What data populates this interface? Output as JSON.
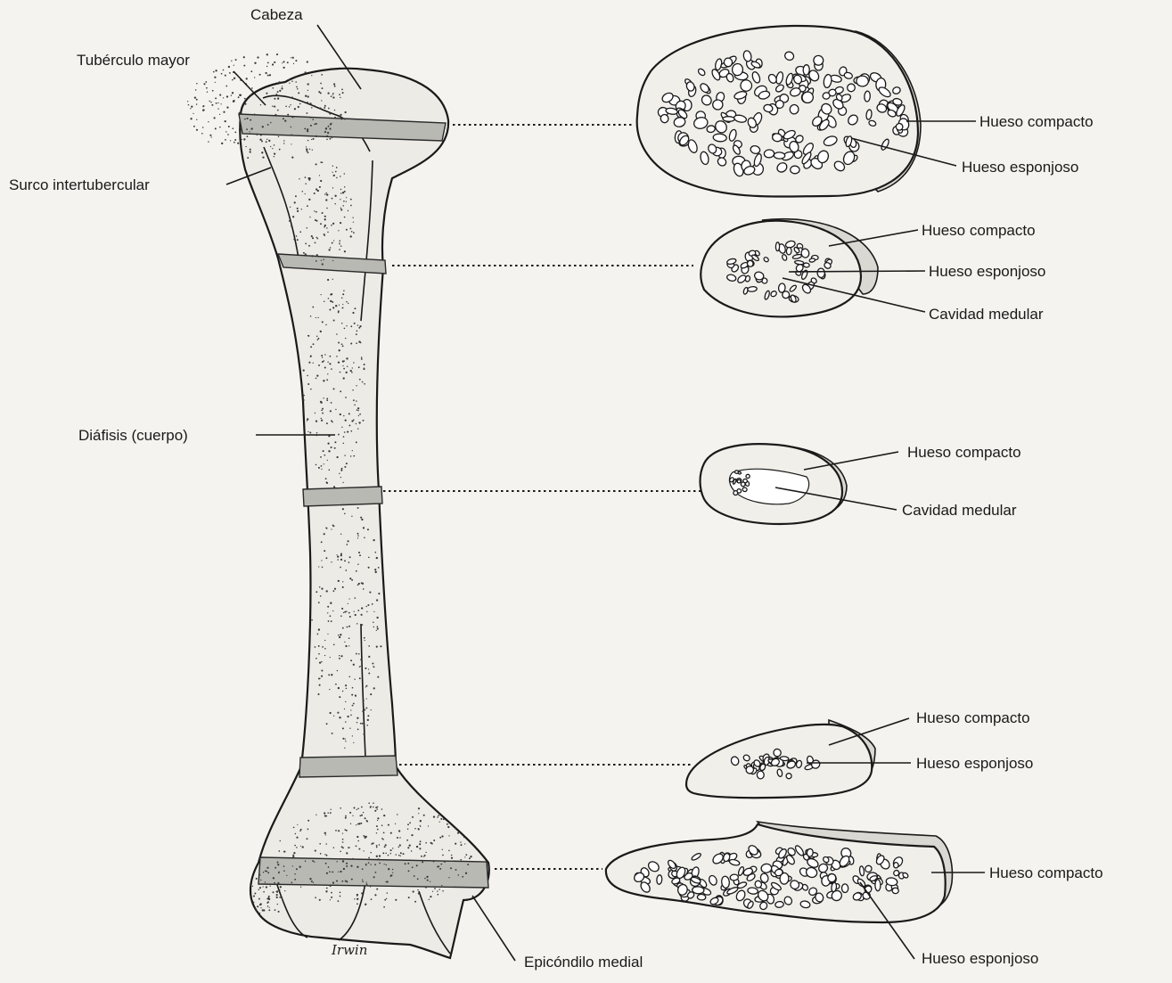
{
  "diagram": {
    "bone_labels": {
      "head": "Cabeza",
      "greater_tubercle": "Tubérculo mayor",
      "intertubercular_groove": "Surco intertubercular",
      "diaphysis": "Diáfisis (cuerpo)",
      "medial_epicondyle": "Epicóndilo medial"
    },
    "cross_sections": [
      {
        "labels": [
          "Hueso compacto",
          "Hueso esponjoso"
        ]
      },
      {
        "labels": [
          "Hueso compacto",
          "Hueso esponjoso",
          "Cavidad medular"
        ]
      },
      {
        "labels": [
          "Hueso compacto",
          "Cavidad medular"
        ]
      },
      {
        "labels": [
          "Hueso compacto",
          "Hueso esponjoso"
        ]
      },
      {
        "labels": [
          "Hueso compacto",
          "Hueso esponjoso"
        ]
      }
    ],
    "signature": "Irwin"
  }
}
